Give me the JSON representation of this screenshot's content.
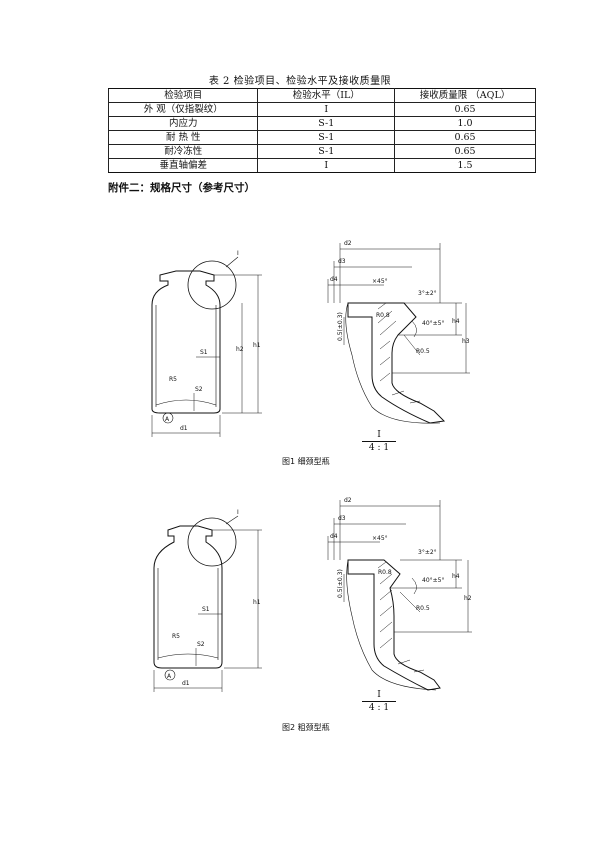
{
  "table": {
    "caption": "表 2  检验项目、检验水平及接收质量限",
    "headers": [
      "检验项目",
      "检验水平（IL）",
      "接收质量限  （AQL）"
    ],
    "rows": [
      [
        "外  观（仅指裂纹）",
        "I",
        "0.65"
      ],
      [
        "内应力",
        "S-1",
        "1.0"
      ],
      [
        "耐  热  性",
        "S-1",
        "0.65"
      ],
      [
        "耐冷冻性",
        "S-1",
        "0.65"
      ],
      [
        "垂直轴偏差",
        "I",
        "1.5"
      ]
    ]
  },
  "annex_title": "附件二：规格尺寸（参考尺寸）",
  "figures": [
    {
      "caption": "图1  细颈型瓶",
      "scale_num": "I",
      "scale_den": "4 : 1",
      "labels": {
        "detail": "I",
        "s1": "S1",
        "s2": "S2",
        "r5": "R5",
        "a": "A",
        "d1": "d1",
        "h1": "h1",
        "h2": "h2",
        "d2": "d2",
        "d3": "d3",
        "d4": "d4",
        "h3": "h3",
        "h4": "h4",
        "ang1": "×45°",
        "ang2": "3°±2°",
        "ang3": "40°±5°",
        "r08": "R0.8",
        "r05": "R0.5",
        "tol": "0.5(±0.3)"
      }
    },
    {
      "caption": "图2  粗颈型瓶",
      "scale_num": "I",
      "scale_den": "4 : 1",
      "labels": {
        "detail": "I",
        "s1": "S1",
        "s2": "S2",
        "r5": "R5",
        "a": "A",
        "d1": "d1",
        "h1": "h1",
        "d2": "d2",
        "d3": "d3",
        "d4": "d4",
        "h2": "h2",
        "h4": "h4",
        "ang1": "×45°",
        "ang2": "3°±2°",
        "ang3": "40°±5°",
        "r08": "R0.8",
        "r05": "R0.5",
        "tol": "0.5(±0.3)"
      }
    }
  ]
}
